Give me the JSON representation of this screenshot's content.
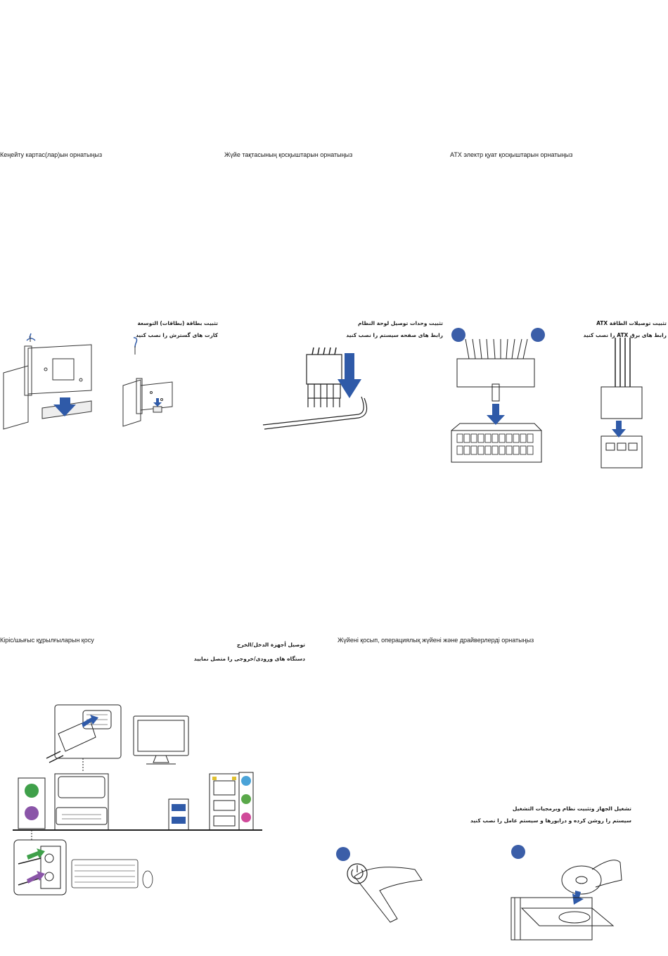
{
  "sections": {
    "expansion": {
      "title_kz": "Кеңейту картас(лар)ын орнатыңыз",
      "title_ar": "تثبيت بطاقة (بطاقات) التوسعة",
      "title_fa": "کارت های گسترش را نصب کنید"
    },
    "system_panel": {
      "title_kz": "Жүйе тақтасының қосқыштарын орнатыңыз",
      "title_ar": "تثبيت وحدات توصيل لوحة النظام",
      "title_fa": "رابط های صفحه سیستم را نصب کنید"
    },
    "atx_power": {
      "title_kz": "ATX электр қуат қосқыштарын орнатыңыз",
      "title_ar": "تثبيت توصيلات الطاقة ATX",
      "title_fa": "رابط های برق ATX را نصب کنید",
      "badge_1": "",
      "badge_2": ""
    },
    "io_devices": {
      "title_kz": "Кіріс/шығыс құрылғыларын қосу",
      "title_ar": "توصيل أجهزة الدخل/الخرج",
      "title_fa": "دستگاه های ورودی/خروجی را متصل نمایید"
    },
    "power_on": {
      "title_kz": "Жүйені қосып, операциялық жүйені және драйверлерді орнатыңыз",
      "title_ar": "تشغيل الجهاز وتثبيت نظام وبرمجيات التشغيل",
      "title_fa": "سیستم را روشن کرده و درایورها و سیستم عامل را نصب کنید"
    }
  },
  "icons": [
    "screwdriver-icon",
    "expansion-card-icon",
    "connector-plug-icon",
    "atx-24pin-icon",
    "atx-8pin-icon",
    "vga-connector-icon",
    "monitor-icon",
    "ps2-port-icon",
    "keyboard-icon",
    "mouse-icon",
    "usb-port-icon",
    "lan-port-icon",
    "audio-jack-icon",
    "power-button-icon",
    "optical-disc-icon"
  ],
  "colors": {
    "accent_blue": "#2f5aa8",
    "badge_blue": "#3b5ea8",
    "ps2_green": "#3fa04a",
    "ps2_purple": "#8a55a8",
    "audio_blue": "#4aa3d8",
    "audio_green": "#5aa84a",
    "audio_pink": "#d04a9a"
  }
}
